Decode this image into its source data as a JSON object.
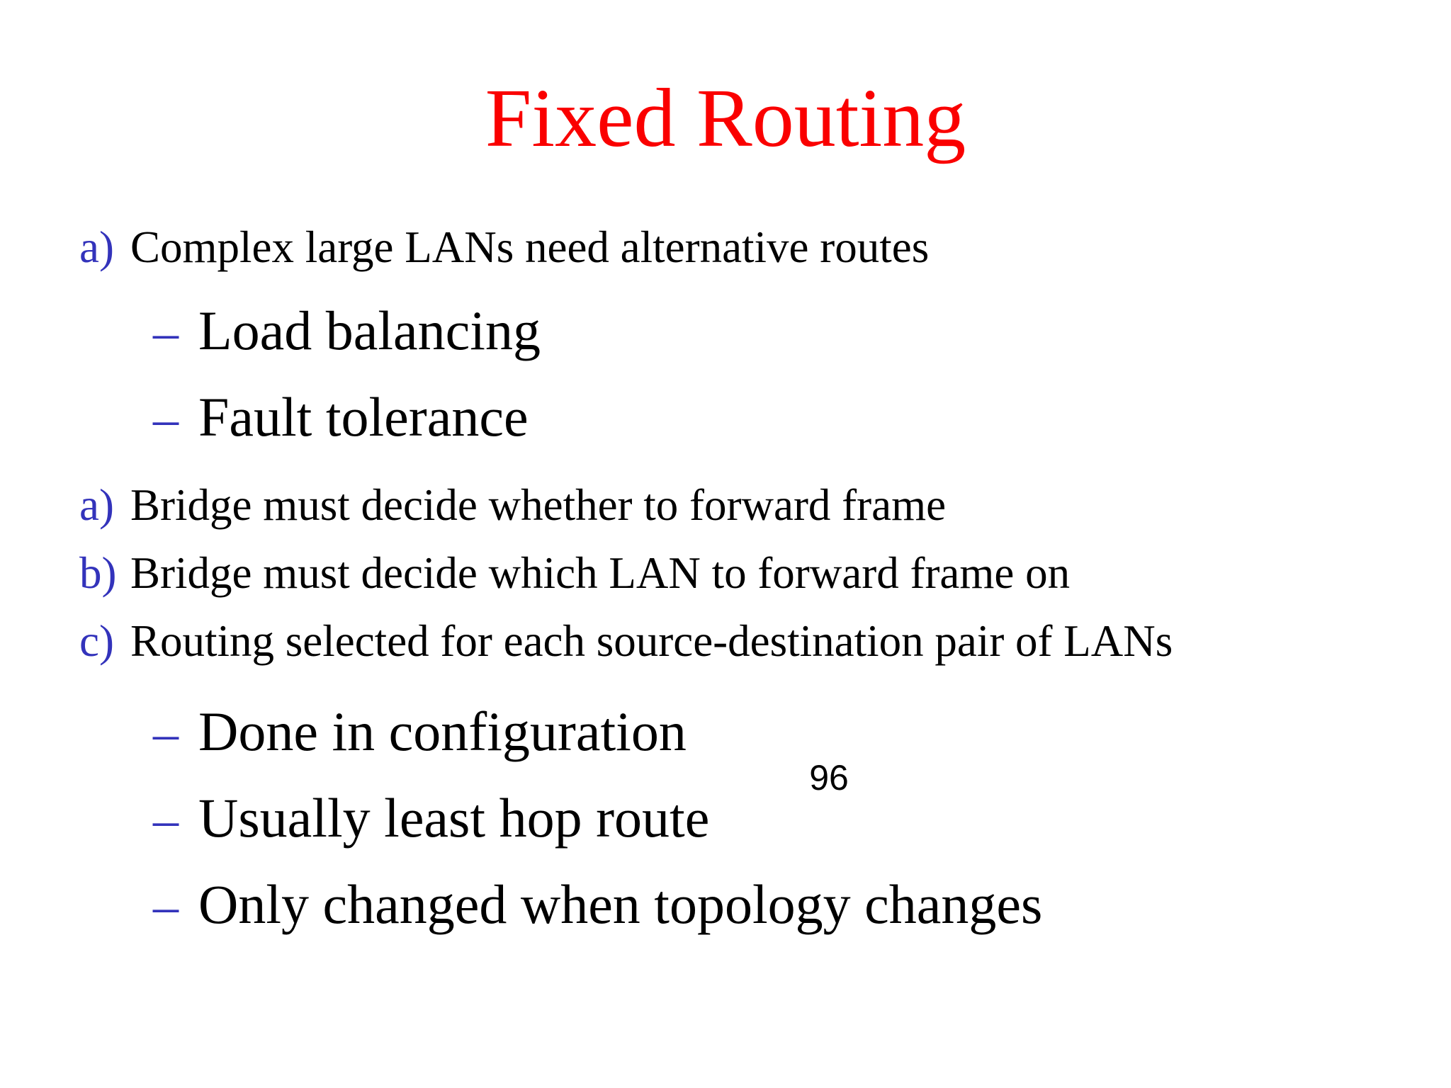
{
  "slide": {
    "title": "Fixed Routing",
    "title_color": "#fa0000",
    "background_color": "#ffffff",
    "body_text_color": "#000000",
    "marker_color": "#3333bb",
    "page_number": "96"
  },
  "bullets": [
    {
      "level": 1,
      "marker": "a)",
      "text": "Complex large LANs need alternative routes"
    },
    {
      "level": 2,
      "marker": "–",
      "text": "Load balancing"
    },
    {
      "level": 2,
      "marker": "–",
      "text": "Fault tolerance"
    },
    {
      "level": 1,
      "marker": "a)",
      "text": "Bridge must decide whether to forward frame"
    },
    {
      "level": 1,
      "marker": "b)",
      "text": "Bridge must decide which LAN to forward frame on"
    },
    {
      "level": 1,
      "marker": "c)",
      "text": "Routing selected for each source-destination pair of LANs"
    },
    {
      "level": 2,
      "marker": "–",
      "text": "Done in configuration"
    },
    {
      "level": 2,
      "marker": "–",
      "text": "Usually least hop route"
    },
    {
      "level": 2,
      "marker": "–",
      "text": "Only changed when topology changes"
    }
  ]
}
